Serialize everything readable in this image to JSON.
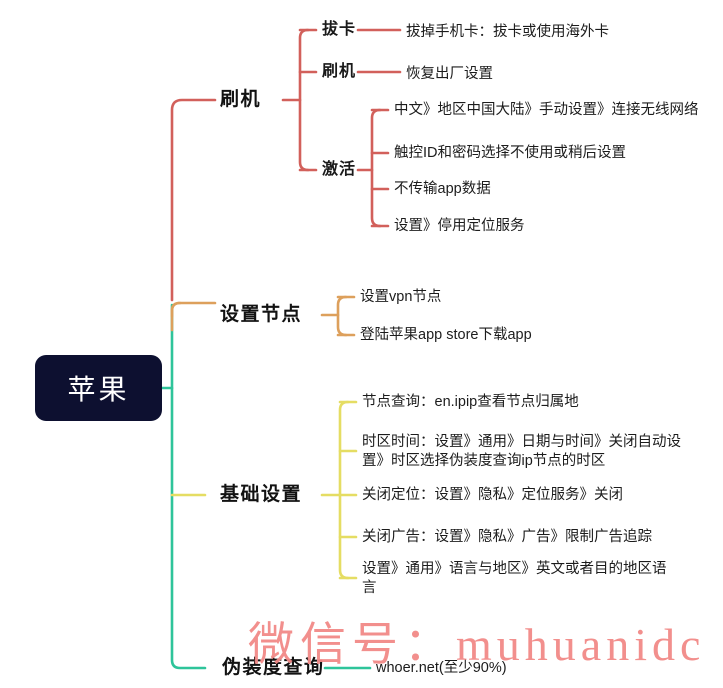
{
  "root": {
    "label": "苹果",
    "color": "#0d1030",
    "text_color": "#ffffff"
  },
  "watermark": {
    "cn": "微信号：",
    "en": "muhuanidc",
    "color": "#f28a87"
  },
  "colors": {
    "branch_flash": "#d2605b",
    "branch_node": "#dda05c",
    "branch_basic": "#e5dd63",
    "branch_check": "#2ec49a",
    "trunk": "#2ec49a"
  },
  "branches": [
    {
      "id": "flash",
      "label": "刷机",
      "color": "#d2605b",
      "children": [
        {
          "label": "拔卡",
          "leaves": [
            "拔掉手机卡：拔卡或使用海外卡"
          ]
        },
        {
          "label": "刷机",
          "leaves": [
            "恢复出厂设置"
          ]
        },
        {
          "label": "激活",
          "leaves": [
            "中文》地区中国大陆》手动设置》连接无线网络",
            "触控ID和密码选择不使用或稍后设置",
            "不传输app数据",
            "设置》停用定位服务"
          ]
        }
      ]
    },
    {
      "id": "node",
      "label": "设置节点",
      "color": "#dda05c",
      "leaves": [
        "设置vpn节点",
        "登陆苹果app store下载app"
      ]
    },
    {
      "id": "basic",
      "label": "基础设置",
      "color": "#e5dd63",
      "leaves": [
        "节点查询：en.ipip查看节点归属地",
        "时区时间：设置》通用》日期与时间》关闭自动设置》时区选择伪装度查询ip节点的时区",
        "关闭定位：设置》隐私》定位服务》关闭",
        "关闭广告：设置》隐私》广告》限制广告追踪",
        "设置》通用》语言与地区》英文或者目的地区语言"
      ]
    },
    {
      "id": "check",
      "label": "伪装度查询",
      "color": "#2ec49a",
      "leaves": [
        "whoer.net(至少90%)"
      ]
    }
  ]
}
